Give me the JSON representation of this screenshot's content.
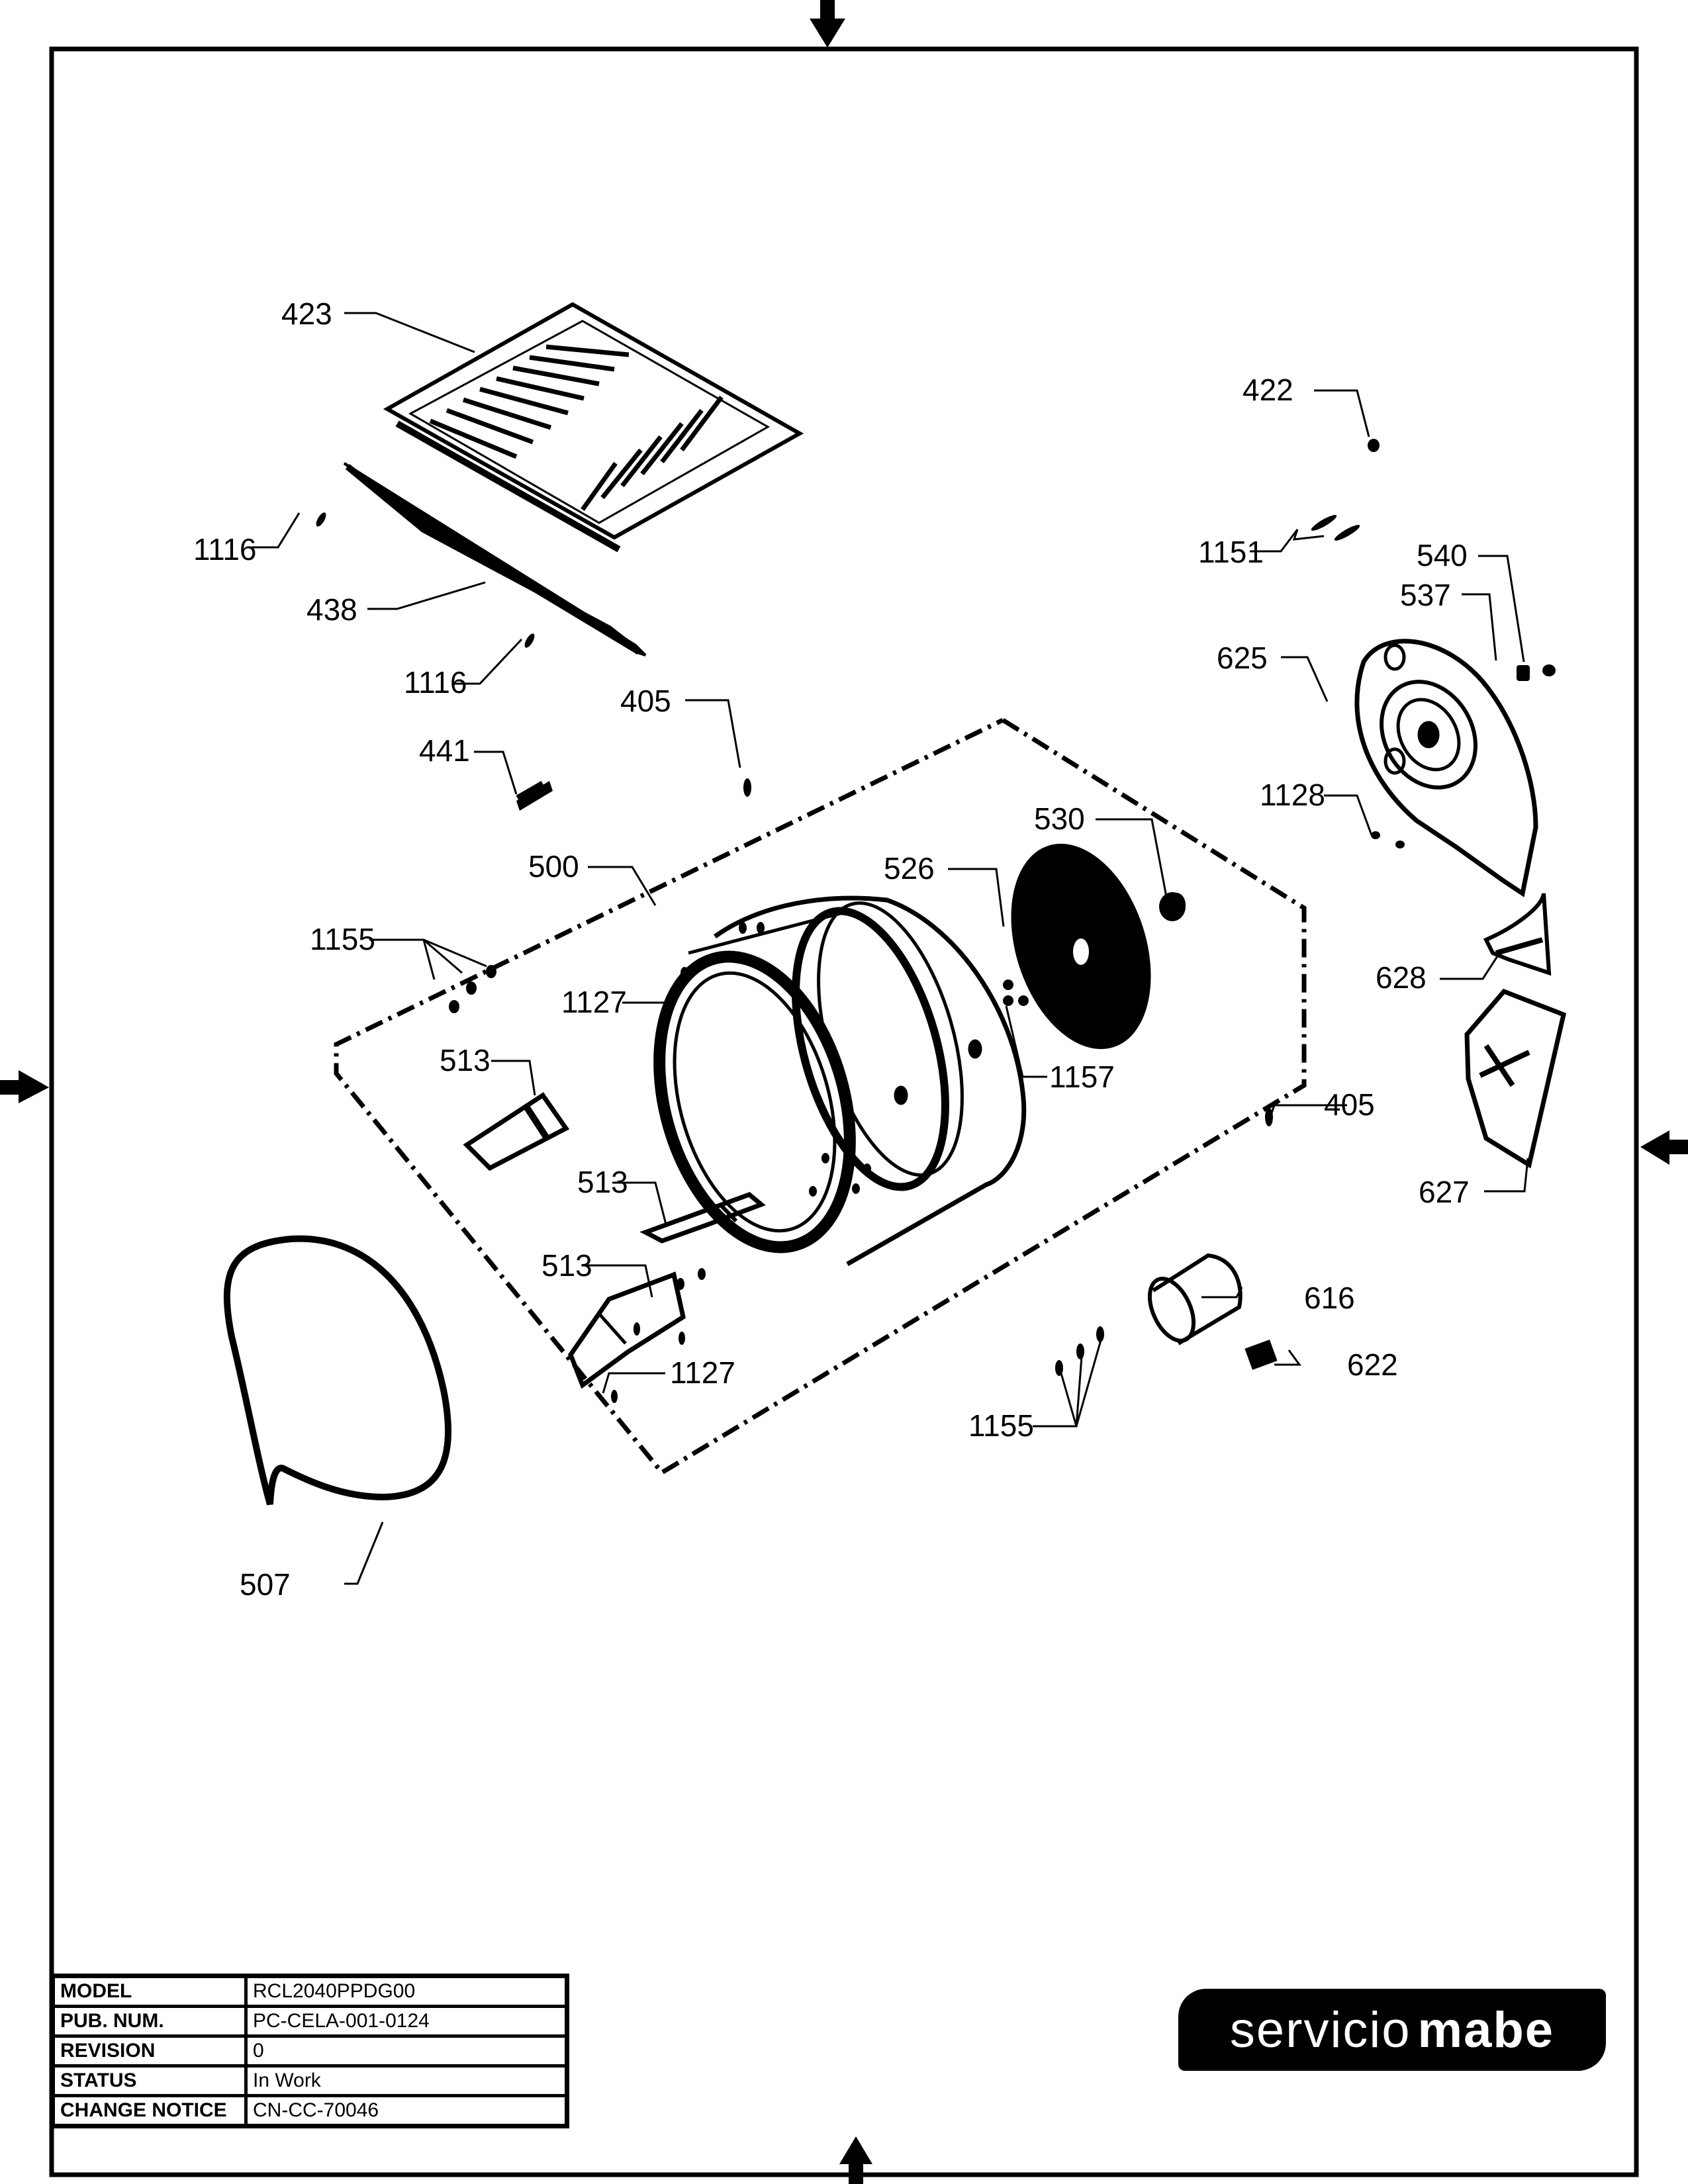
{
  "document": {
    "type": "exploded parts diagram",
    "subject": "dryer drum assembly"
  },
  "callouts": [
    {
      "id": "c423",
      "label": "423"
    },
    {
      "id": "c422",
      "label": "422"
    },
    {
      "id": "c1116a",
      "label": "1116"
    },
    {
      "id": "c1151",
      "label": "1151"
    },
    {
      "id": "c540",
      "label": "540"
    },
    {
      "id": "c438",
      "label": "438"
    },
    {
      "id": "c537",
      "label": "537"
    },
    {
      "id": "c625",
      "label": "625"
    },
    {
      "id": "c1116b",
      "label": "1116"
    },
    {
      "id": "c405a",
      "label": "405"
    },
    {
      "id": "c441",
      "label": "441"
    },
    {
      "id": "c1128",
      "label": "1128"
    },
    {
      "id": "c530",
      "label": "530"
    },
    {
      "id": "c500",
      "label": "500"
    },
    {
      "id": "c526",
      "label": "526"
    },
    {
      "id": "c1155a",
      "label": "1155"
    },
    {
      "id": "c628",
      "label": "628"
    },
    {
      "id": "c1127a",
      "label": "1127"
    },
    {
      "id": "c513a",
      "label": "513"
    },
    {
      "id": "c1157",
      "label": "1157"
    },
    {
      "id": "c405b",
      "label": "405"
    },
    {
      "id": "c627",
      "label": "627"
    },
    {
      "id": "c513b",
      "label": "513"
    },
    {
      "id": "c513c",
      "label": "513"
    },
    {
      "id": "c616",
      "label": "616"
    },
    {
      "id": "c1127b",
      "label": "1127"
    },
    {
      "id": "c622",
      "label": "622"
    },
    {
      "id": "c1155b",
      "label": "1155"
    },
    {
      "id": "c507",
      "label": "507"
    }
  ],
  "title_block": {
    "rows": [
      {
        "key": "MODEL",
        "value": "RCL2040PPDG00"
      },
      {
        "key": "PUB. NUM.",
        "value": "PC-CELA-001-0124"
      },
      {
        "key": "REVISION",
        "value": "0"
      },
      {
        "key": "STATUS",
        "value": "In Work"
      },
      {
        "key": "CHANGE NOTICE",
        "value": "CN-CC-70046"
      }
    ]
  },
  "logo": {
    "light": "servicio",
    "bold": "mabe"
  },
  "centering_marks": [
    "arrow-down-top",
    "arrow-right-left",
    "arrow-left-right",
    "arrow-up-bottom"
  ]
}
